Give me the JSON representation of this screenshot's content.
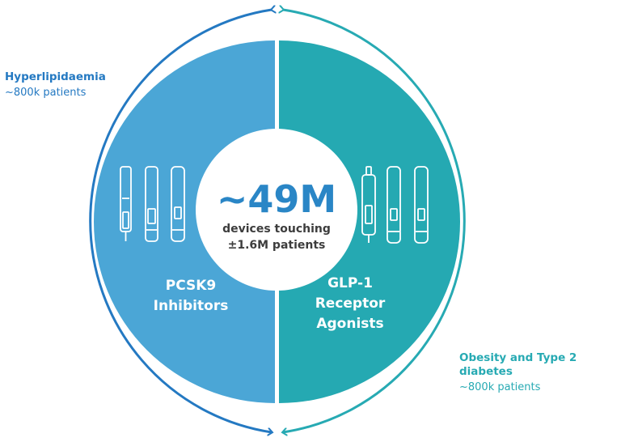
{
  "colors": {
    "left_blue": "#4BA6D6",
    "right_teal": "#25A9B2",
    "left_arc": "#2479C2",
    "right_arc": "#27AAB3",
    "center_text": "#2A86C6",
    "center_sub": "#3D3D3D"
  },
  "left_group": {
    "condition": "Hyperlipidaemia",
    "patients": "~800k patients",
    "drug_class_line1": "PCSK9",
    "drug_class_line2": "Inhibitors",
    "device_icons": [
      "pen-injector-icon",
      "pen-injector-icon",
      "pen-injector-icon"
    ]
  },
  "right_group": {
    "condition": "Obesity and Type 2 diabetes",
    "patients": "~800k patients",
    "drug_class_line1": "GLP-1",
    "drug_class_line2": "Receptor",
    "drug_class_line3": "Agonists",
    "device_icons": [
      "pen-injector-icon",
      "pen-injector-icon",
      "pen-injector-icon"
    ]
  },
  "center": {
    "headline": "~49M",
    "line1": "devices touching",
    "line2": "±1.6M patients"
  }
}
